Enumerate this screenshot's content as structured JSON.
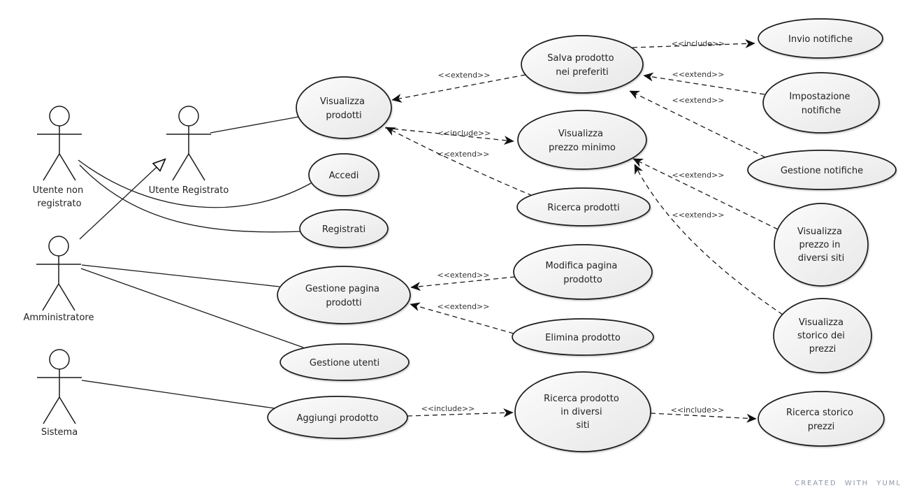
{
  "diagram": {
    "type": "uml-use-case-diagram",
    "watermark": "CREATED WITH YUML",
    "labels": {
      "extend": "<<extend>>",
      "include": "<<include>>"
    },
    "colors": {
      "node_fill_light": "#fcfcfc",
      "node_fill_dark": "#e7e7e7",
      "stroke": "#1a1a1a",
      "text": "#222222",
      "watermark": "#8d96a5"
    },
    "actors": [
      {
        "id": "utente-non-registrato",
        "lines": [
          "Utente non",
          "registrato"
        ]
      },
      {
        "id": "utente-registrato",
        "lines": [
          "Utente Registrato"
        ]
      },
      {
        "id": "amministratore",
        "lines": [
          "Amministratore"
        ]
      },
      {
        "id": "sistema",
        "lines": [
          "Sistema"
        ]
      }
    ],
    "usecases": [
      {
        "id": "visualizza-prodotti",
        "lines": [
          "Visualizza",
          "prodotti"
        ]
      },
      {
        "id": "accedi",
        "lines": [
          "Accedi"
        ]
      },
      {
        "id": "registrati",
        "lines": [
          "Registrati"
        ]
      },
      {
        "id": "gestione-pagina-prodotti",
        "lines": [
          "Gestione pagina",
          "prodotti"
        ]
      },
      {
        "id": "gestione-utenti",
        "lines": [
          "Gestione utenti"
        ]
      },
      {
        "id": "aggiungi-prodotto",
        "lines": [
          "Aggiungi prodotto"
        ]
      },
      {
        "id": "salva-prodotto-nei-preferiti",
        "lines": [
          "Salva prodotto",
          "nei preferiti"
        ]
      },
      {
        "id": "visualizza-prezzo-minimo",
        "lines": [
          "Visualizza",
          "prezzo minimo"
        ]
      },
      {
        "id": "ricerca-prodotti",
        "lines": [
          "Ricerca prodotti"
        ]
      },
      {
        "id": "modifica-pagina-prodotto",
        "lines": [
          "Modifica pagina",
          "prodotto"
        ]
      },
      {
        "id": "elimina-prodotto",
        "lines": [
          "Elimina prodotto"
        ]
      },
      {
        "id": "ricerca-prodotto-in-diversi-siti",
        "lines": [
          "Ricerca prodotto",
          "in diversi",
          "siti"
        ]
      },
      {
        "id": "invio-notifiche",
        "lines": [
          "Invio notifiche"
        ]
      },
      {
        "id": "impostazione-notifiche",
        "lines": [
          "Impostazione",
          "notifiche"
        ]
      },
      {
        "id": "gestione-notifiche",
        "lines": [
          "Gestione notifiche"
        ]
      },
      {
        "id": "visualizza-prezzo-in-diversi-siti",
        "lines": [
          "Visualizza",
          "prezzo in",
          "diversi siti"
        ]
      },
      {
        "id": "visualizza-storico-dei-prezzi",
        "lines": [
          "Visualizza",
          "storico dei",
          "prezzi"
        ]
      },
      {
        "id": "ricerca-storico-prezzi",
        "lines": [
          "Ricerca storico",
          "prezzi"
        ]
      }
    ],
    "edges": [
      {
        "from": "salva-prodotto-nei-preferiti",
        "to": "visualizza-prodotti",
        "type": "extend"
      },
      {
        "from": "visualizza-prodotti",
        "to": "visualizza-prezzo-minimo",
        "type": "include"
      },
      {
        "from": "ricerca-prodotti",
        "to": "visualizza-prodotti",
        "type": "extend"
      },
      {
        "from": "salva-prodotto-nei-preferiti",
        "to": "invio-notifiche",
        "type": "include"
      },
      {
        "from": "impostazione-notifiche",
        "to": "salva-prodotto-nei-preferiti",
        "type": "extend"
      },
      {
        "from": "gestione-notifiche",
        "to": "salva-prodotto-nei-preferiti",
        "type": "extend"
      },
      {
        "from": "visualizza-prezzo-in-diversi-siti",
        "to": "visualizza-prezzo-minimo",
        "type": "extend"
      },
      {
        "from": "visualizza-storico-dei-prezzi",
        "to": "visualizza-prezzo-minimo",
        "type": "extend"
      },
      {
        "from": "modifica-pagina-prodotto",
        "to": "gestione-pagina-prodotti",
        "type": "extend"
      },
      {
        "from": "elimina-prodotto",
        "to": "gestione-pagina-prodotti",
        "type": "extend"
      },
      {
        "from": "aggiungi-prodotto",
        "to": "ricerca-prodotto-in-diversi-siti",
        "type": "include"
      },
      {
        "from": "ricerca-prodotto-in-diversi-siti",
        "to": "ricerca-storico-prezzi",
        "type": "include"
      },
      {
        "from": "amministratore",
        "to": "utente-registrato",
        "type": "generalization"
      },
      {
        "from": "utente-registrato",
        "to": "visualizza-prodotti",
        "type": "association"
      },
      {
        "from": "utente-non-registrato",
        "to": "accedi",
        "type": "association"
      },
      {
        "from": "utente-non-registrato",
        "to": "registrati",
        "type": "association"
      },
      {
        "from": "amministratore",
        "to": "gestione-pagina-prodotti",
        "type": "association"
      },
      {
        "from": "amministratore",
        "to": "gestione-utenti",
        "type": "association"
      },
      {
        "from": "sistema",
        "to": "aggiungi-prodotto",
        "type": "association"
      }
    ]
  }
}
